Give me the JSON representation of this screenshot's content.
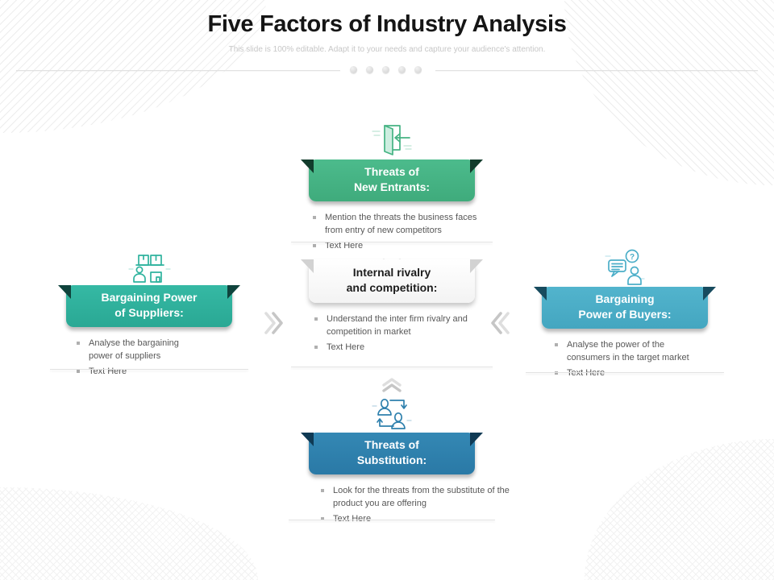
{
  "header": {
    "title": "Five Factors of Industry Analysis",
    "subtitle": "This slide is 100% editable. Adapt it to your needs and capture your audience's attention."
  },
  "colors": {
    "new_entrants": "#45b383",
    "suppliers": "#2fb39e",
    "rivalry": "#f7f7f7",
    "buyers": "#4baec8",
    "substitution": "#2e80ad",
    "bullet_text": "#585858",
    "chevron_gray": "#c9c9c9"
  },
  "factors": {
    "new_entrants": {
      "icon": "door-entry-icon",
      "title_lines": [
        "Threats of",
        "New Entrants:"
      ],
      "bullets": [
        "Mention the threats the business faces from entry of new competitors",
        "Text Here"
      ]
    },
    "suppliers": {
      "icon": "supplier-boxes-icon",
      "title_lines": [
        "Bargaining Power",
        "of Suppliers:"
      ],
      "bullets": [
        "Analyse the bargaining power of suppliers",
        "Text Here"
      ]
    },
    "rivalry": {
      "title_lines": [
        "Internal rivalry",
        "and competition:"
      ],
      "bullets": [
        "Understand the inter firm rivalry and competition in market",
        "Text Here"
      ]
    },
    "buyers": {
      "icon": "buyer-question-icon",
      "title_lines": [
        "Bargaining",
        "Power of Buyers:"
      ],
      "bullets": [
        "Analyse the power of the consumers in the target market",
        "Text Here"
      ]
    },
    "substitution": {
      "icon": "swap-people-icon",
      "title_lines": [
        "Threats of",
        "Substitution:"
      ],
      "bullets": [
        "Look for the threats from the substitute of the product you are offering",
        "Text Here"
      ]
    }
  }
}
